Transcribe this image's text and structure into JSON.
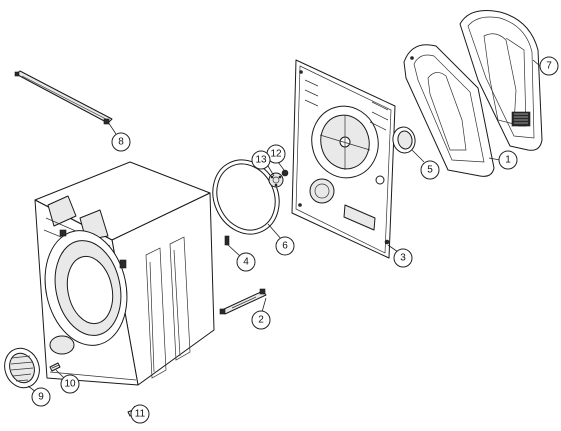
{
  "callouts": [
    "1",
    "2",
    "3",
    "4",
    "5",
    "6",
    "7",
    "8",
    "9",
    "10",
    "11",
    "12",
    "13"
  ],
  "colors": {
    "line": "#1a1a1a",
    "shade": "#e9e9e9",
    "background": "#ffffff"
  }
}
